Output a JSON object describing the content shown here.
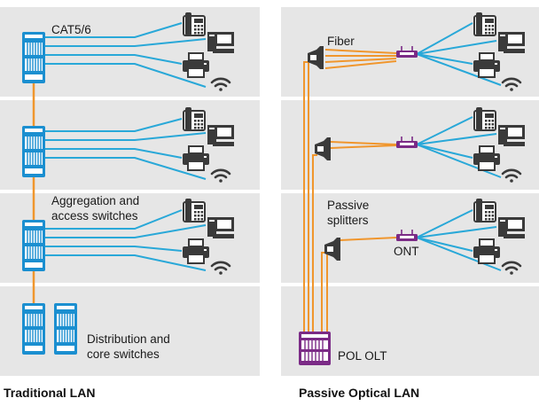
{
  "colors": {
    "background_band": "#e6e6e6",
    "copper_cable": "#29a8d8",
    "fiber_cable": "#f0962d",
    "switch_fill": "#1b8fd0",
    "olt_fill": "#7b2b86",
    "device_dark": "#3a3a3a"
  },
  "left": {
    "caption": "Traditional LAN",
    "label_cable": "CAT5/6",
    "label_access_line1": "Aggregation and",
    "label_access_line2": "access switches",
    "label_core_line1": "Distribution and",
    "label_core_line2": "core switches"
  },
  "right": {
    "caption": "Passive Optical LAN",
    "label_fiber": "Fiber",
    "label_splitters_line1": "Passive",
    "label_splitters_line2": "splitters",
    "label_ont": "ONT",
    "label_olt": "POL OLT"
  },
  "icons": {
    "phone": "desk-phone-icon",
    "computer": "desktop-computer-icon",
    "printer": "printer-icon",
    "wifi": "wifi-icon",
    "switch": "network-switch-icon",
    "splitter": "passive-splitter-icon",
    "ont": "ont-icon",
    "olt": "olt-icon"
  }
}
